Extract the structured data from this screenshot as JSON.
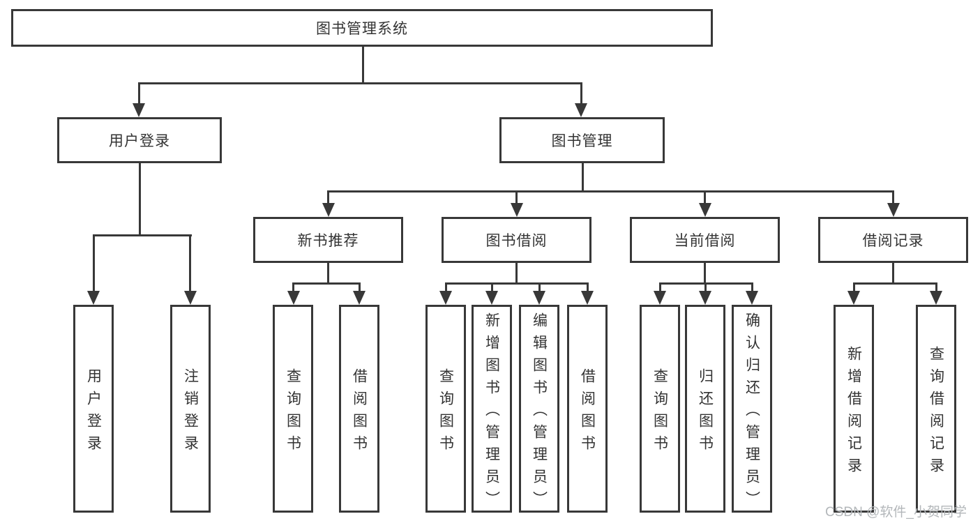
{
  "diagram": {
    "root": "图书管理系统",
    "level2": {
      "user_login": "用户登录",
      "book_mgmt": "图书管理"
    },
    "level3": {
      "new_book_rec": "新书推荐",
      "book_borrow": "图书借阅",
      "current_borrow": "当前借阅",
      "borrow_records": "借阅记录"
    },
    "leaves": {
      "user_login": "用户登录",
      "logout": "注销登录",
      "rec_query_books": "查询图书",
      "rec_borrow_books": "借阅图书",
      "bb_query_books": "查询图书",
      "bb_add_books": "新增图书（管理员）",
      "bb_edit_books": "编辑图书（管理员）",
      "bb_borrow_books": "借阅图书",
      "cb_query_books": "查询图书",
      "cb_return_books": "归还图书",
      "cb_confirm_return": "确认归还（管理员）",
      "br_add_record": "新增借阅记录",
      "br_query_record": "查询借阅记录"
    }
  },
  "watermark": "CSDN @软件_小贺同学",
  "colors": {
    "line": "#383838",
    "text": "#333333",
    "background": "#ffffff",
    "watermark": "#b3b7ba"
  }
}
